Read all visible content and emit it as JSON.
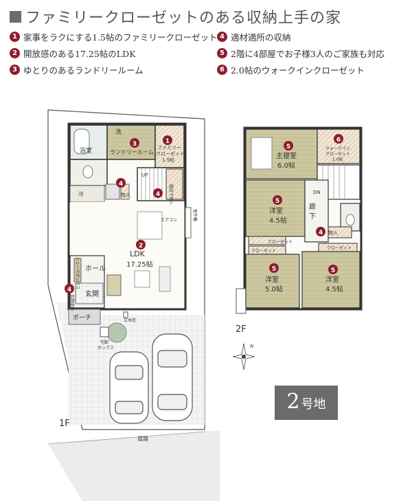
{
  "title": "ファミリークローゼットのある収納上手の家",
  "features": [
    {
      "num": "1",
      "text": "家事をラクにする1.5帖のファミリークローゼット"
    },
    {
      "num": "2",
      "text": "開放感のある17.25帖のLDK"
    },
    {
      "num": "3",
      "text": "ゆとりのあるランドリールーム"
    },
    {
      "num": "4",
      "text": "適材適所の収納"
    },
    {
      "num": "5",
      "text": "2階に4部屋でお子様3人のご家族も対応"
    },
    {
      "num": "6",
      "text": "2.0帖のウォークインクローゼット"
    }
  ],
  "floor1": {
    "label": "1F",
    "rooms": {
      "bath": "浴室",
      "wash": "洗",
      "laundry": "ランドリールーム",
      "family_closet_1": "ファミリー",
      "family_closet_2": "クローゼット",
      "family_closet_3": "1.5帖",
      "fridge": "冷",
      "storage_1": "物入",
      "stair_storage": "階段下物入",
      "up": "UP",
      "aircon": "エアコン",
      "outdoor_unit": "室外機",
      "ldk_1": "LDK",
      "ldk_2": "17.25帖",
      "shoes_box": "シューズボックス",
      "hall": "ホール",
      "entrance_storage": "玄関収納",
      "entrance": "玄関",
      "porch": "ポーチ",
      "faucet": "立水栓",
      "delivery_box_1": "宅配",
      "delivery_box_2": "ボックス",
      "road": "道路"
    }
  },
  "floor2": {
    "label": "2F",
    "rooms": {
      "master_1": "主寝室",
      "master_2": "6.0帖",
      "wic_1": "ウォークイン",
      "wic_2": "クローゼット",
      "wic_3": "2.0帖",
      "dn": "DN",
      "hallway_1": "廊",
      "hallway_2": "下",
      "western_a_1": "洋室",
      "western_a_2": "4.5帖",
      "closet": "クローゼット",
      "storage": "物入",
      "western_b_1": "洋室",
      "western_b_2": "5.0帖",
      "western_c_1": "洋室",
      "western_c_2": "4.5帖"
    }
  },
  "compass": "N",
  "lot": {
    "number": "2",
    "suffix": "号地"
  },
  "colors": {
    "accent": "#8b1e2b",
    "wood": "#c8c29a",
    "badge": "#6b6b6b",
    "tile": "#d9d9d9",
    "pavement": "#e6e6e6"
  }
}
